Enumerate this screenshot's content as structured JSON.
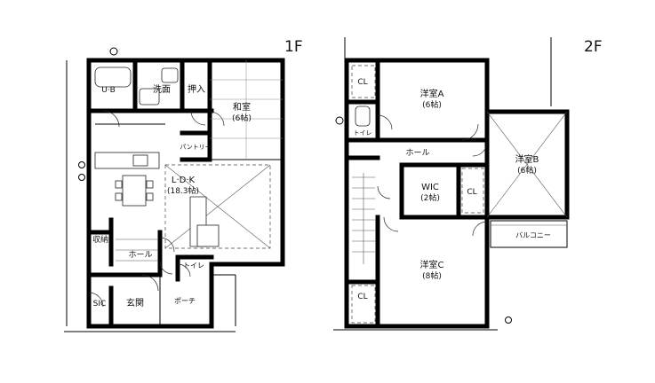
{
  "floor1": {
    "label": "1F",
    "rooms": {
      "ub": "U·B",
      "washroom": "洗面",
      "closet": "押入",
      "washitsu_name": "和室",
      "washitsu_size": "(6帖)",
      "pantry": "パントリー",
      "ldk_name": "L·D·K",
      "ldk_size": "(18.3帖)",
      "storage": "収納",
      "hall": "ホール",
      "wc": "トイレ",
      "sic": "SIC",
      "entrance": "玄関",
      "porch": "ポーチ"
    }
  },
  "floor2": {
    "label": "2F",
    "rooms": {
      "room_a_name": "洋室A",
      "room_a_size": "(6帖)",
      "room_b_name": "洋室B",
      "room_b_size": "(6帖)",
      "room_c_name": "洋室C",
      "room_c_size": "(8帖)",
      "wic_name": "WIC",
      "wic_size": "(2帖)",
      "cl_top": "CL",
      "cl_mid": "CL",
      "cl_bottom": "CL",
      "wc": "トイレ",
      "hall": "ホール",
      "balcony": "バルコニー"
    }
  }
}
